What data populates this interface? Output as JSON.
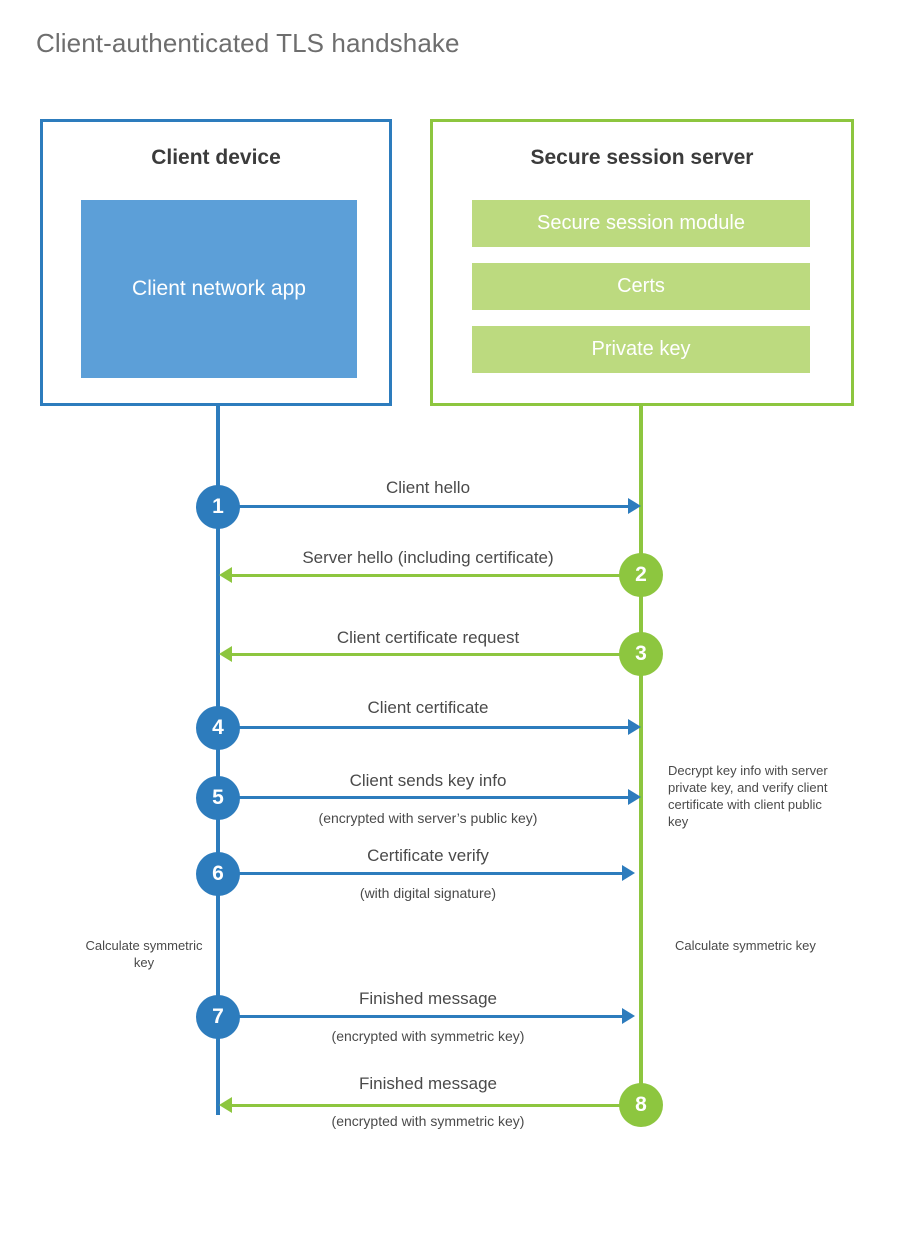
{
  "title": "Client-authenticated TLS handshake",
  "colors": {
    "client_blue": "#2d7cbd",
    "client_app_fill": "#5c9fd8",
    "server_green": "#8dc63f",
    "server_block_fill": "#bcda7f",
    "text_dark": "#4a4a4a",
    "title_gray": "#6e6e6e",
    "background": "#ffffff"
  },
  "client": {
    "title": "Client device",
    "app_label": "Client network app"
  },
  "server": {
    "title": "Secure session server",
    "blocks": [
      {
        "label": "Secure session module"
      },
      {
        "label": "Certs"
      },
      {
        "label": "Private key"
      }
    ]
  },
  "notes": {
    "server_decrypt": "Decrypt key info with server private key, and verify client certificate with client public key",
    "client_calculate": "Calculate symmetric key",
    "server_calculate": "Calculate symmetric key"
  },
  "steps": [
    {
      "number": "1",
      "label": "Client hello",
      "sublabel": "",
      "direction": "client-to-server",
      "origin": "client"
    },
    {
      "number": "2",
      "label": "Server hello (including certificate)",
      "sublabel": "",
      "direction": "server-to-client",
      "origin": "server"
    },
    {
      "number": "3",
      "label": "Client certificate request",
      "sublabel": "",
      "direction": "server-to-client",
      "origin": "server"
    },
    {
      "number": "4",
      "label": "Client certificate",
      "sublabel": "",
      "direction": "client-to-server",
      "origin": "client"
    },
    {
      "number": "5",
      "label": "Client sends key info",
      "sublabel": "(encrypted with server’s public key)",
      "direction": "client-to-server",
      "origin": "client"
    },
    {
      "number": "6",
      "label": "Certificate verify",
      "sublabel": "(with digital signature)",
      "direction": "client-to-server",
      "origin": "client"
    },
    {
      "number": "7",
      "label": "Finished message",
      "sublabel": "(encrypted with symmetric key)",
      "direction": "client-to-server",
      "origin": "client"
    },
    {
      "number": "8",
      "label": "Finished message",
      "sublabel": "(encrypted with symmetric key)",
      "direction": "server-to-client",
      "origin": "server"
    }
  ]
}
